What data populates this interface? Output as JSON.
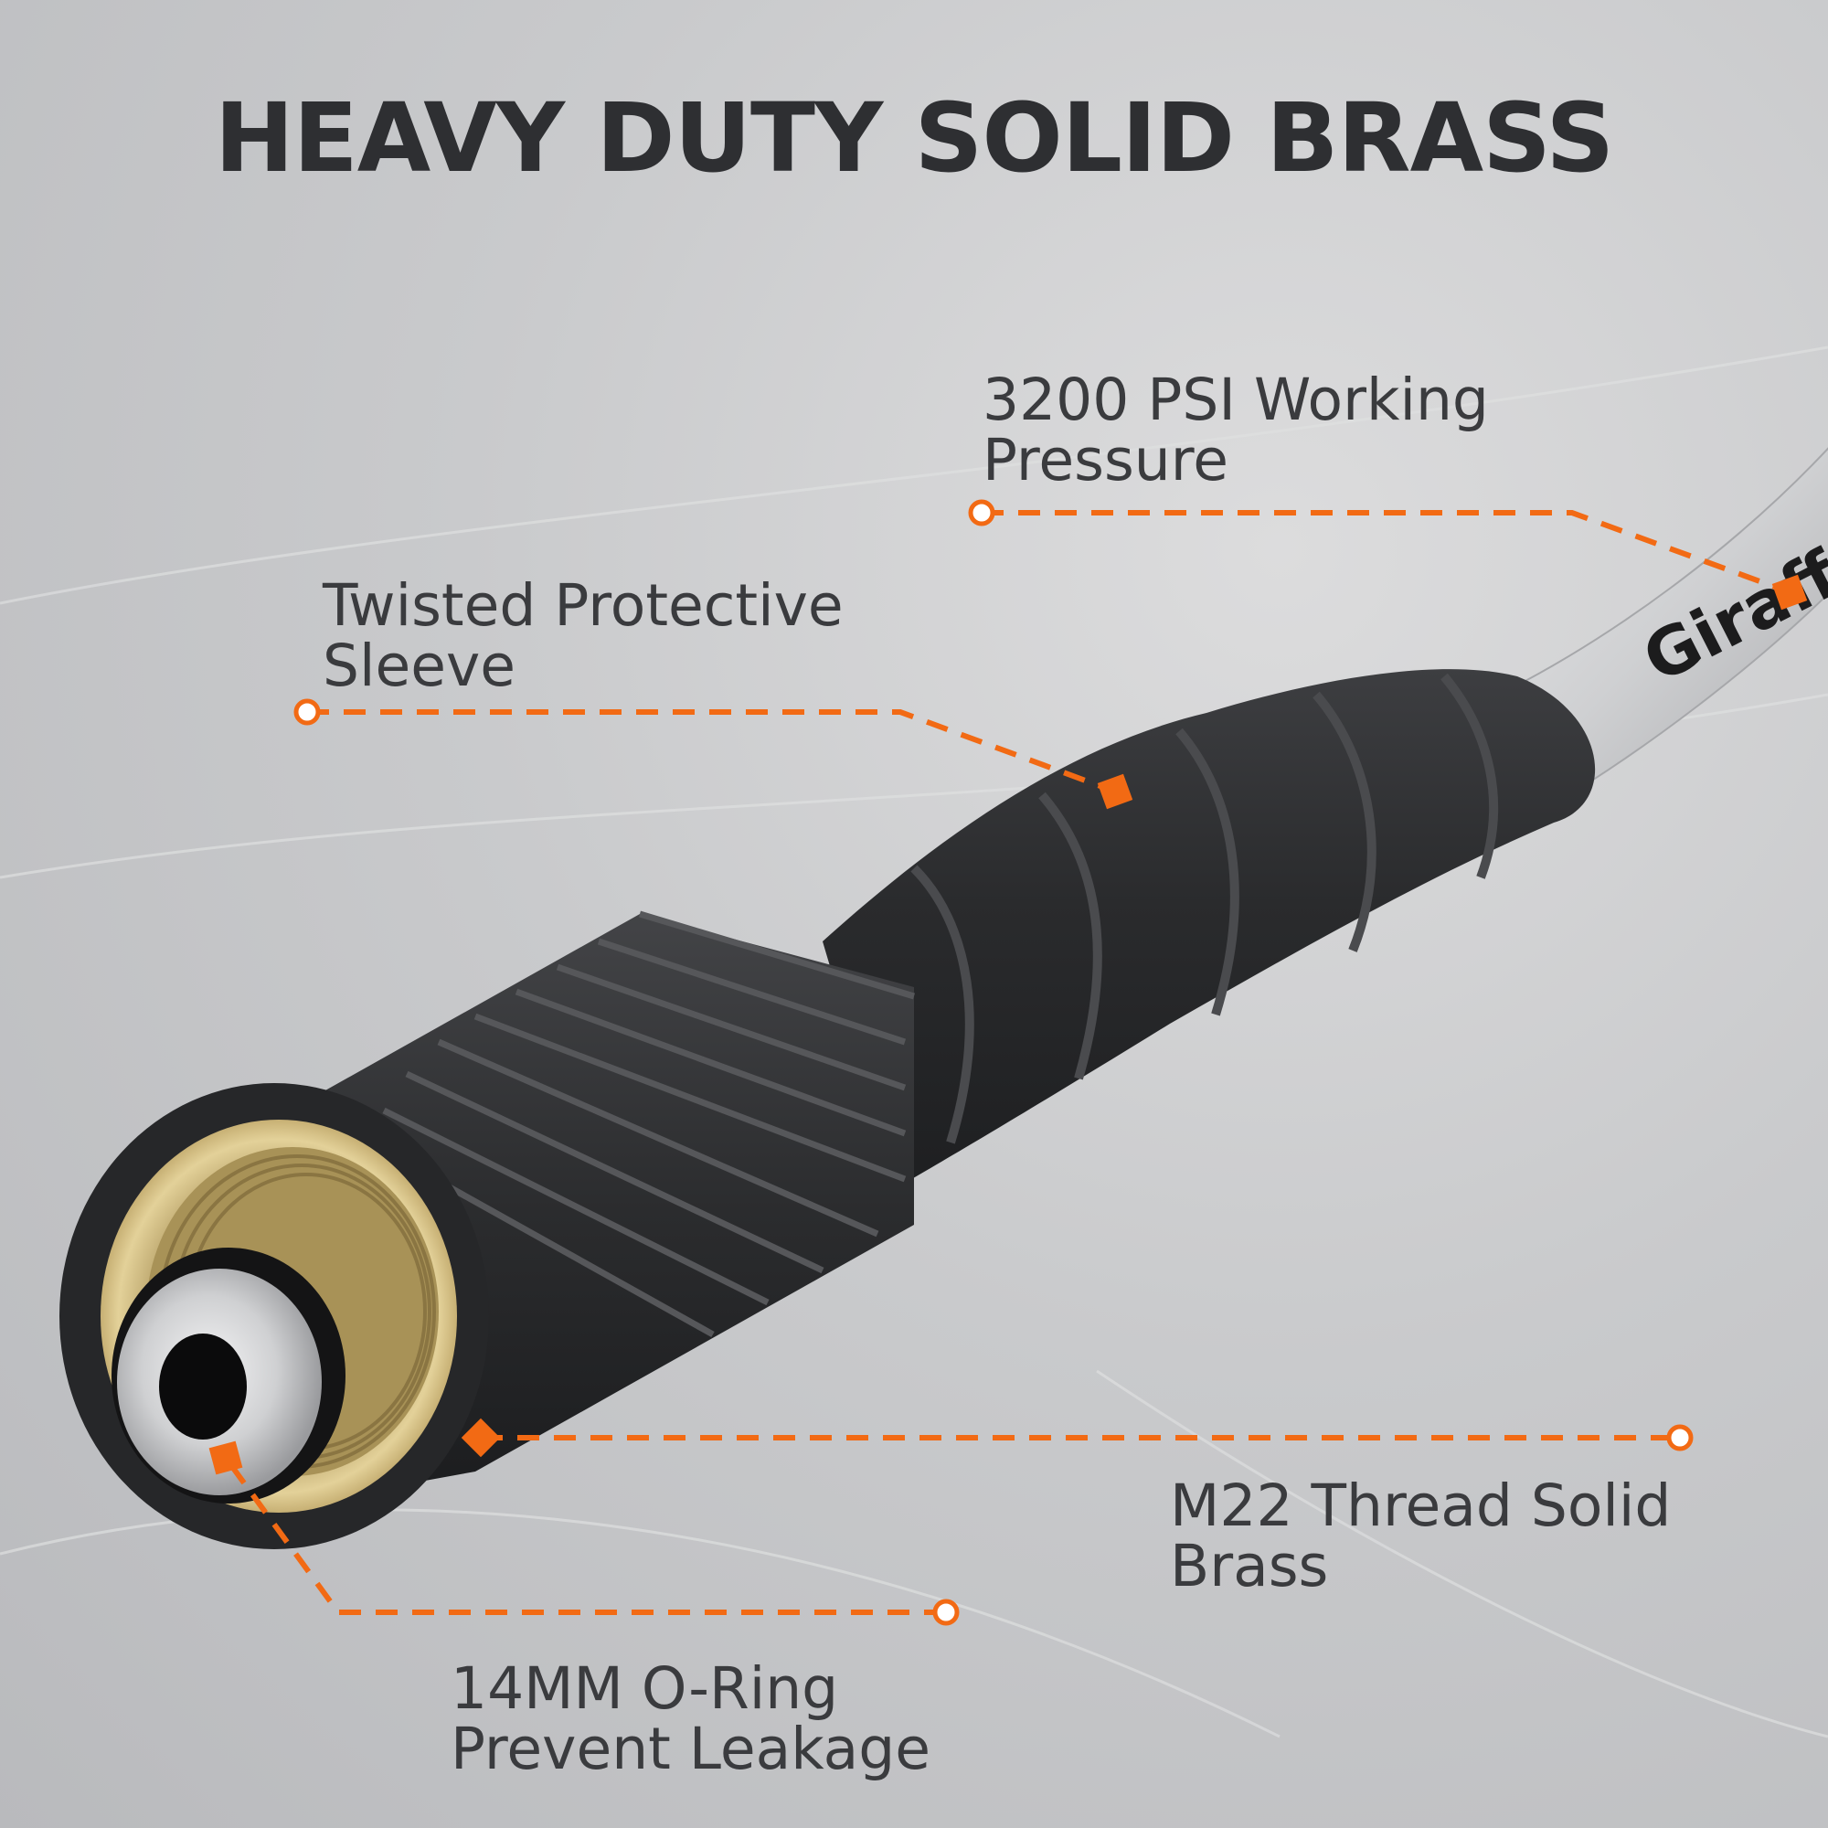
{
  "title": "HEAVY DUTY SOLID BRASS",
  "brand_mark": "Giraffe T",
  "callouts": {
    "psi": {
      "line1": "3200 PSI Working",
      "line2": "Pressure"
    },
    "sleeve": {
      "line1": "Twisted Protective",
      "line2": "Sleeve"
    },
    "m22": {
      "line1": "M22 Thread Solid",
      "line2": "Brass"
    },
    "oring": {
      "line1": "14MM O-Ring",
      "line2": "Prevent Leakage"
    }
  },
  "colors": {
    "accent": "#f26a14",
    "text": "#2e2f32",
    "fitting": "#2b2c2e",
    "brass": "#d9c48a",
    "hose": "#d8d9db",
    "background": "#c9cacc"
  }
}
